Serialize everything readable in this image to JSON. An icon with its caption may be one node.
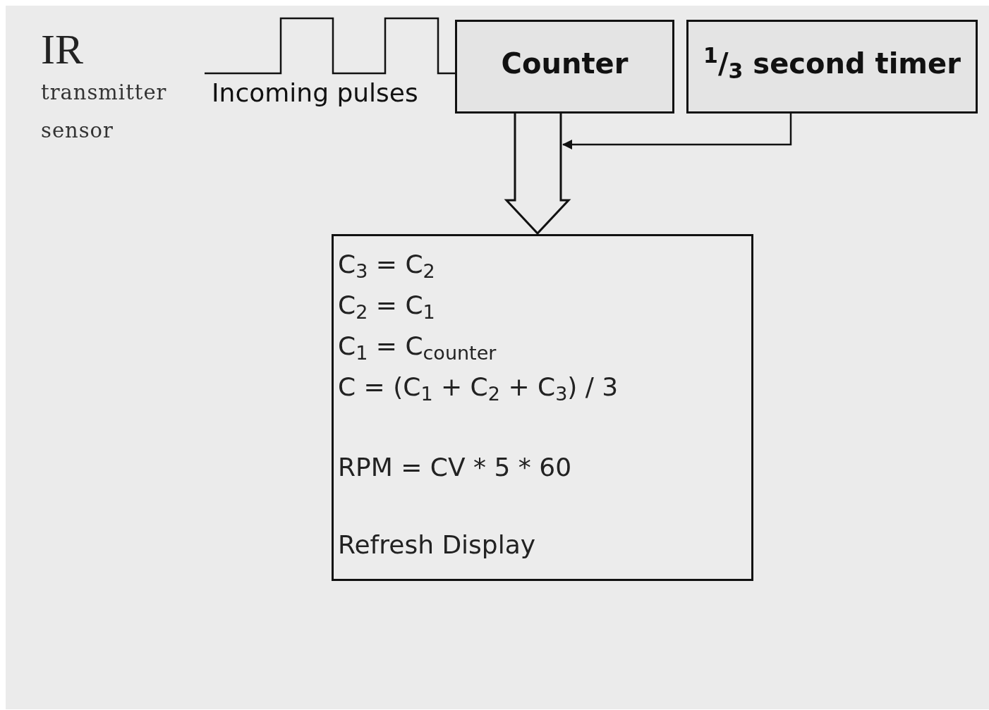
{
  "diagram": {
    "nodes": [
      {
        "text": [
          "IR",
          "transmitter sensor"
        ]
      },
      {
        "text": [
          "Counter"
        ]
      },
      {
        "text": [
          "$^{1}$/$_{3}$ second timer"
        ]
      },
      {
        "text": [
          "C$_{3}$ = C$_{2}$",
          "C$_{2}$ = C$_{1}$",
          "C$_{1}$ = C$_{counter}$",
          "C = (C$_{1}$ + C$_{2}$ + C$_{3}$) / 3",
          "RPM = CV * 5 * 60",
          "Refresh Display"
        ]
      }
    ],
    "edges": [
      {
        "from": 0,
        "to": 1,
        "arrow": "none",
        "label": "Incoming pulses"
      },
      {
        "from": 1,
        "to": 3,
        "arrow": "to",
        "style": "thick"
      },
      {
        "from": 2,
        "to": 1,
        "arrow": "to"
      }
    ]
  }
}
